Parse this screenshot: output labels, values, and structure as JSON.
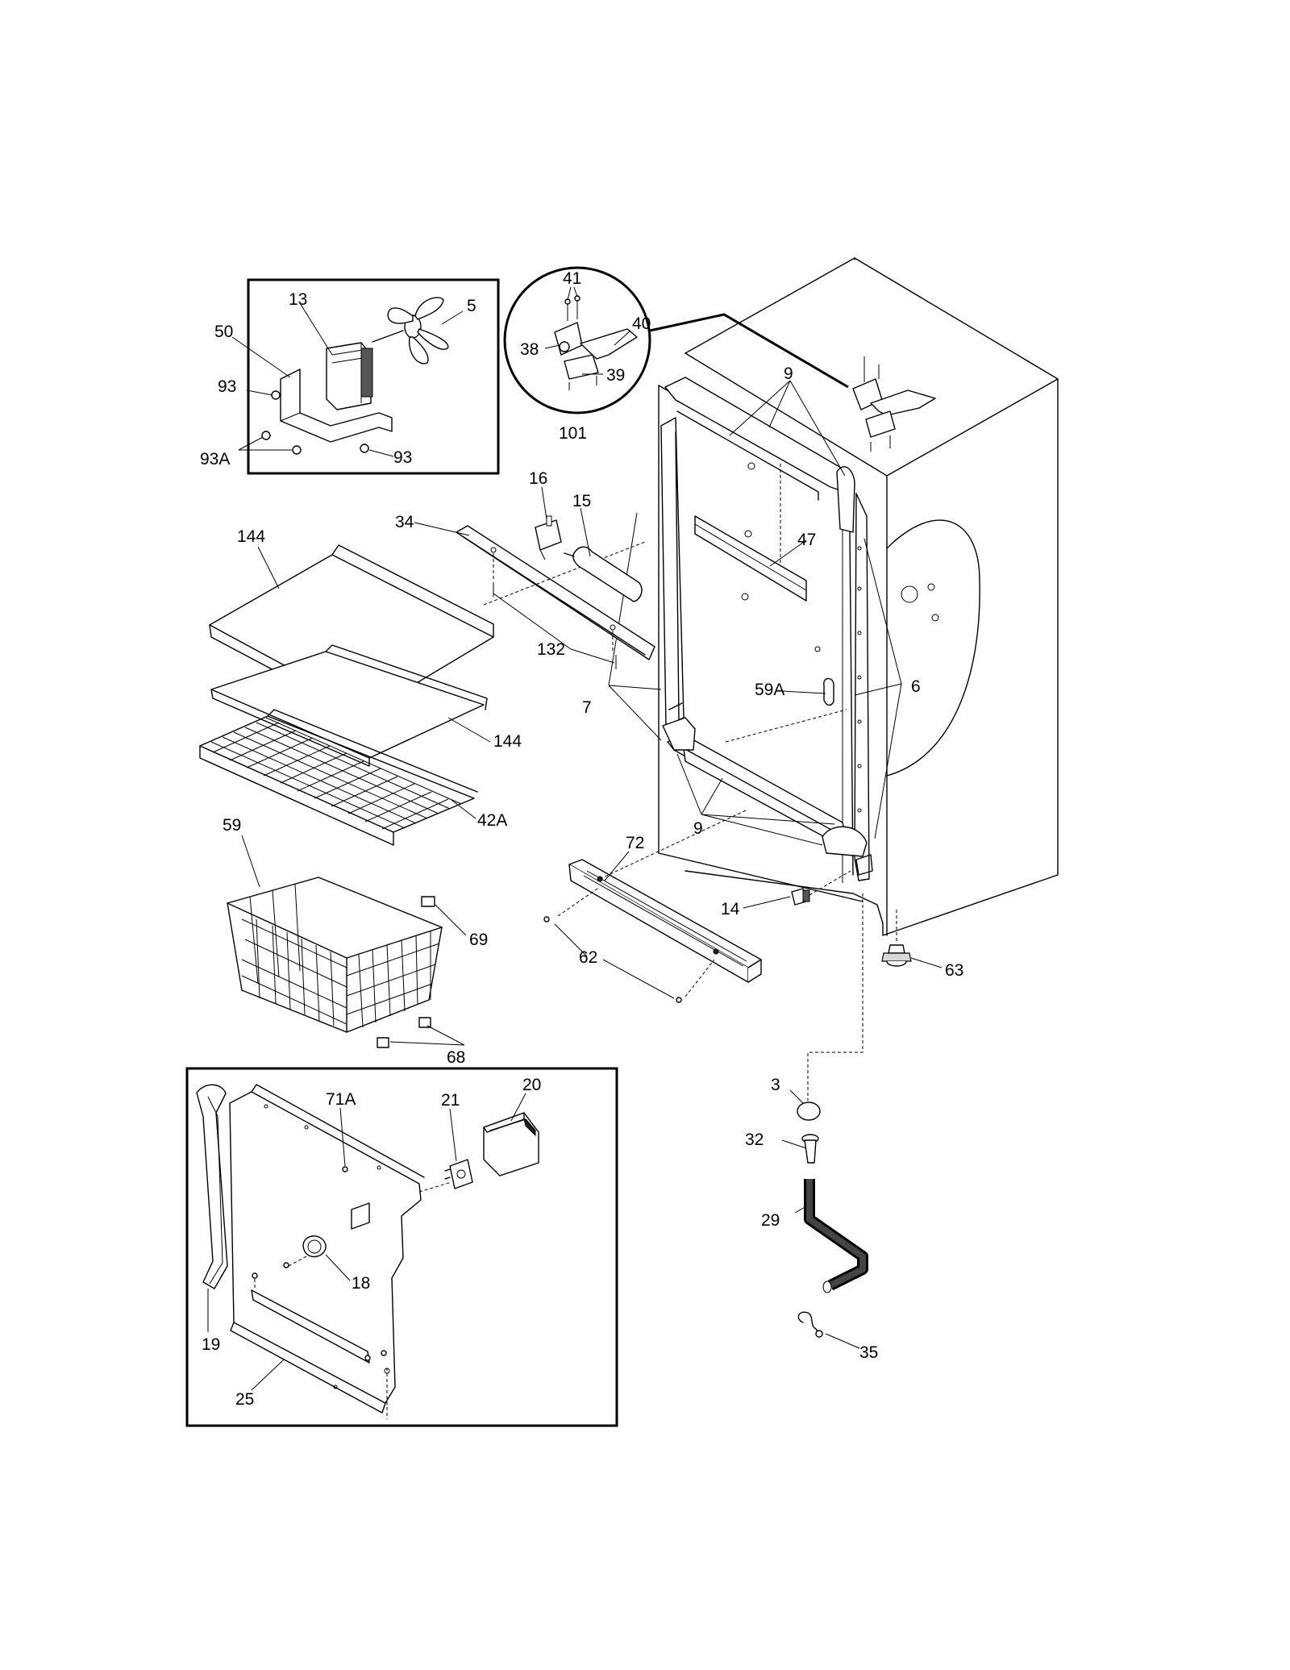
{
  "labels": {
    "l13": "13",
    "l5": "5",
    "l50": "50",
    "l93a": "93",
    "l93b": "93",
    "l93A": "93A",
    "l41": "41",
    "l40": "40",
    "l38": "38",
    "l39": "39",
    "l101": "101",
    "l9a": "9",
    "l9b": "9",
    "l16": "16",
    "l15": "15",
    "l34": "34",
    "l47": "47",
    "l144a": "144",
    "l144b": "144",
    "l132": "132",
    "l59A": "59A",
    "l6": "6",
    "l7": "7",
    "l42A": "42A",
    "l59": "59",
    "l72": "72",
    "l14": "14",
    "l69": "69",
    "l62": "62",
    "l63": "63",
    "l68": "68",
    "l71A": "71A",
    "l21": "21",
    "l20": "20",
    "l3": "3",
    "l32": "32",
    "l29": "29",
    "l18": "18",
    "l19": "19",
    "l25": "25",
    "l35": "35"
  }
}
